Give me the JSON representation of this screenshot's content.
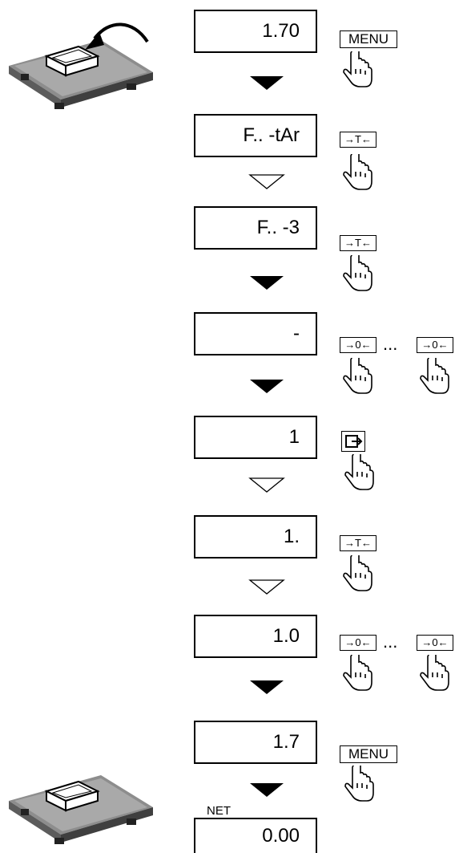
{
  "displays": [
    "1.70",
    "F.. -tAr",
    "F.. -3",
    "-",
    "1",
    "1.",
    "1.0",
    "1.7",
    "0.00"
  ],
  "net_label": "NET",
  "ellipsis": "...",
  "keys": {
    "menu": "MENU",
    "tare": "→T←",
    "zero": "→0←",
    "print": "print-key-icon"
  },
  "arrow_types": [
    "filled",
    "outline",
    "filled",
    "filled",
    "outline",
    "outline",
    "filled",
    "filled"
  ]
}
